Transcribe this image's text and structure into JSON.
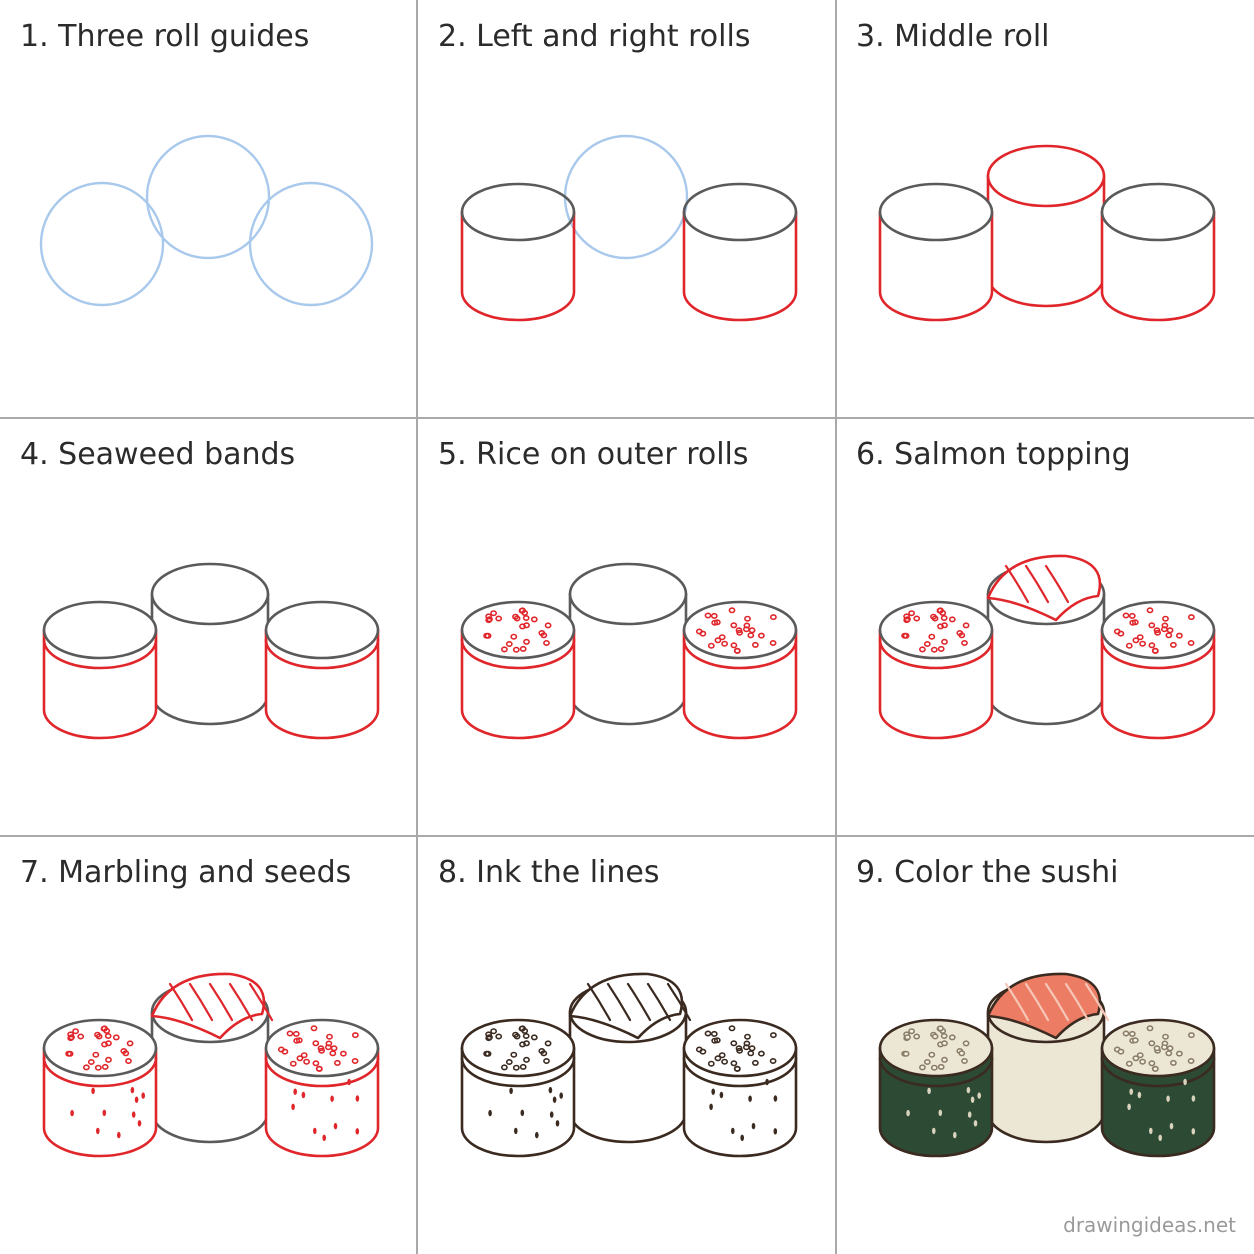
{
  "steps": [
    {
      "label": "1. Three roll guides"
    },
    {
      "label": "2. Left and right rolls"
    },
    {
      "label": "3. Middle roll"
    },
    {
      "label": "4. Seaweed bands"
    },
    {
      "label": "5. Rice on outer rolls"
    },
    {
      "label": "6. Salmon topping"
    },
    {
      "label": "7. Marbling and seeds"
    },
    {
      "label": "8. Ink the lines"
    },
    {
      "label": "9. Color the sushi"
    }
  ],
  "credit": "drawingideas.net",
  "colors": {
    "grid_line": "#a9a9a9",
    "guide_blue": "#a9c9ec",
    "sketch_red": "#e0262b",
    "sketch_gray": "#5a5a5a",
    "ink_brown": "#3a2a20",
    "seaweed_green": "#2c4a34",
    "rice_cream": "#ece6d4",
    "salmon": "#ec7d64"
  }
}
